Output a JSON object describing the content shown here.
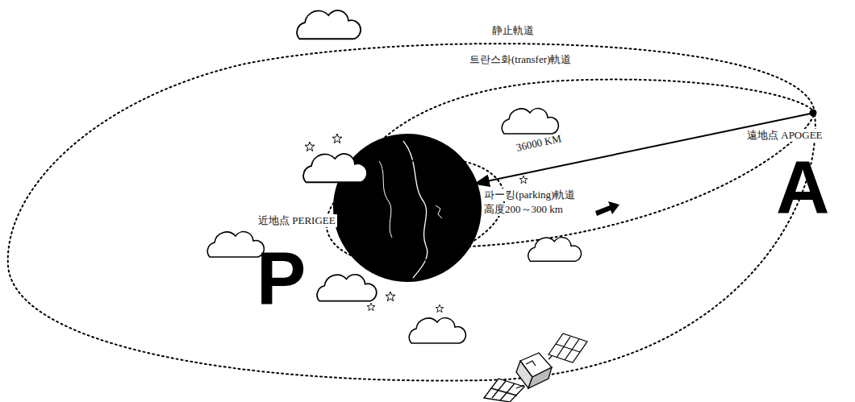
{
  "diagram": {
    "labels": [
      "静止軌道",
      "트란스화(transfer)軌道",
      "36000 KM",
      "遠地点 APOGEE",
      "파ー킹(parking)軌道",
      "高度200～300 km",
      "近地点 PERIGEE",
      "P",
      "A"
    ]
  }
}
